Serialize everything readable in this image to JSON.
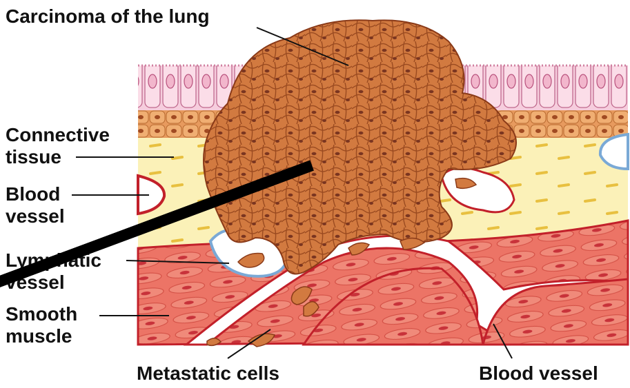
{
  "labels": {
    "carcinoma": "Carcinoma of the lung",
    "connective_tissue": [
      "Connective",
      "tissue"
    ],
    "blood_vessel_left": [
      "Blood",
      "vessel"
    ],
    "lymphatic_vessel": [
      "Lymphatic",
      "vessel"
    ],
    "smooth_muscle": [
      "Smooth",
      "muscle"
    ],
    "metastatic_cells": "Metastatic cells",
    "blood_vessel_bottom": "Blood vessel"
  },
  "colors": {
    "epithelium": "#f2c2d2",
    "connective_tissue": "#fbf1b8",
    "tumor": "#d2743a",
    "smooth_muscle": "#e8685a",
    "vessel_wall": "#c2202a",
    "lymphatic_wall": "#7aa9d6",
    "occlusion_bar": "#000000"
  }
}
